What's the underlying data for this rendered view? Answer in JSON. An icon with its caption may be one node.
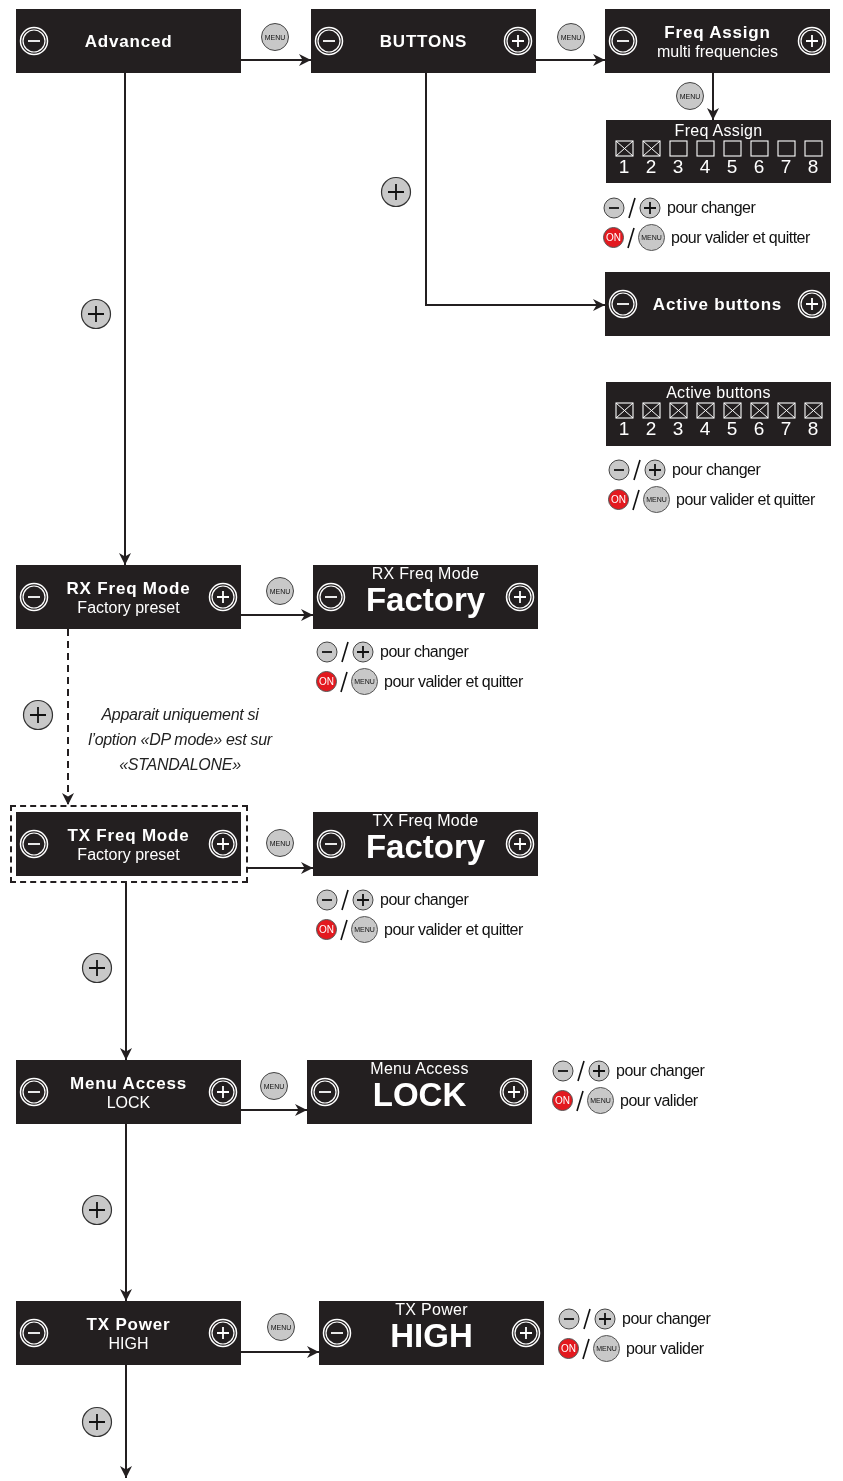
{
  "diagram": {
    "nodes": [
      {
        "text": [
          "Advanced"
        ]
      },
      {
        "text": [
          "BUTTONS"
        ]
      },
      {
        "text": [
          "Freq Assign",
          "multi frequencies"
        ]
      },
      {
        "text": [
          "Freq Assign",
          "1",
          "2",
          "3",
          "4",
          "5",
          "6",
          "7",
          "8"
        ]
      },
      {
        "text": [
          "Active buttons"
        ]
      },
      {
        "text": [
          "Active buttons",
          "1",
          "2",
          "3",
          "4",
          "5",
          "6",
          "7",
          "8"
        ]
      },
      {
        "text": [
          "RX Freq Mode",
          "Factory preset"
        ]
      },
      {
        "text": [
          "RX Freq Mode",
          "Factory"
        ]
      },
      {
        "text": [],
        "shape": "box"
      },
      {
        "text": [
          "TX Freq Mode",
          "Factory preset"
        ],
        "in": 8
      },
      {
        "text": [
          "TX Freq Mode",
          "Factory"
        ]
      },
      {
        "text": [
          "Menu Access",
          "LOCK"
        ]
      },
      {
        "text": [
          "Menu Access",
          "LOCK"
        ]
      },
      {
        "text": [
          "TX Power",
          "HIGH"
        ]
      },
      {
        "text": [
          "TX Power",
          "HIGH"
        ]
      }
    ],
    "edges": [
      {
        "from": 0,
        "to": 1,
        "arrow": "to",
        "label": "MENU"
      },
      {
        "from": 1,
        "to": 2,
        "arrow": "to",
        "label": "MENU"
      },
      {
        "from": 2,
        "to": 3,
        "arrow": "to",
        "label": "MENU"
      },
      {
        "from": 1,
        "to": 4,
        "arrow": "to"
      },
      {
        "from": 0,
        "to": 6,
        "arrow": "to"
      },
      {
        "from": 6,
        "to": 7,
        "arrow": "to",
        "label": "MENU"
      },
      {
        "from": 6,
        "to": 8,
        "arrow": "to",
        "style": "dashed"
      },
      {
        "from": 8,
        "to": 10,
        "arrow": "to",
        "label": "MENU"
      },
      {
        "from": 8,
        "to": 11,
        "arrow": "to"
      },
      {
        "from": 11,
        "to": 12,
        "arrow": "to",
        "label": "MENU"
      },
      {
        "from": 11,
        "to": 13,
        "arrow": "to"
      },
      {
        "from": 13,
        "to": 14,
        "arrow": "to",
        "label": "MENU"
      },
      {
        "from": 13,
        "to": null,
        "arrow": "to"
      }
    ],
    "labels": [
      "pour changer",
      "ON",
      "MENU",
      "pour valider et quitter",
      "pour changer",
      "ON",
      "MENU",
      "pour valider et quitter",
      "pour changer",
      "ON",
      "MENU",
      "pour valider et quitter",
      "Apparait uniquement si l’option «DP mode» est sur «STANDALONE»",
      "pour changer",
      "ON",
      "MENU",
      "pour valider et quitter",
      "pour changer",
      "ON",
      "MENU",
      "pour valider",
      "pour changer",
      "ON",
      "MENU",
      "pour valider"
    ]
  }
}
